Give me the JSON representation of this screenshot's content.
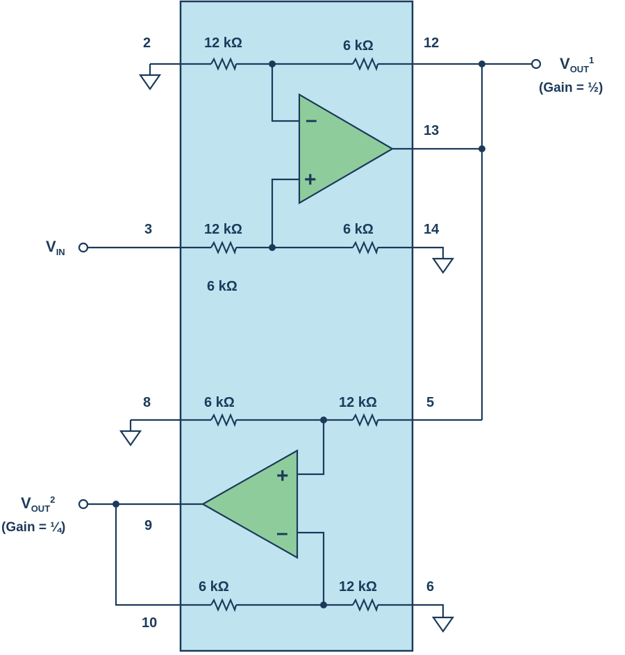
{
  "pins": {
    "p2": "2",
    "p12": "12",
    "p13": "13",
    "p3": "3",
    "p14": "14",
    "p8": "8",
    "p5": "5",
    "p9": "9",
    "p10": "10",
    "p6": "6"
  },
  "resistors": {
    "r_top_left": "12 kΩ",
    "r_top_right": "6 kΩ",
    "r_mid_left": "12 kΩ",
    "r_mid_right": "6 kΩ",
    "r_mid_extra": "6 kΩ",
    "r_lower_left": "6 kΩ",
    "r_lower_right": "12 kΩ",
    "r_bottom_left": "6 kΩ",
    "r_bottom_right": "12 kΩ"
  },
  "terminals": {
    "vout1_main": "V",
    "vout1_sub": "OUT",
    "vout1_sup": "1",
    "vout1_gain": "(Gain = ½)",
    "vin_main": "V",
    "vin_sub": "IN",
    "vout2_main": "V",
    "vout2_sub": "OUT",
    "vout2_sup": "2",
    "vout2_gain": "(Gain = ¼)"
  },
  "opamp_symbols": {
    "minus": "–",
    "plus": "+"
  },
  "colors": {
    "chip_fill": "#bfe4f0",
    "opamp_fill": "#8fcc9c",
    "line": "#1b3a5a"
  }
}
